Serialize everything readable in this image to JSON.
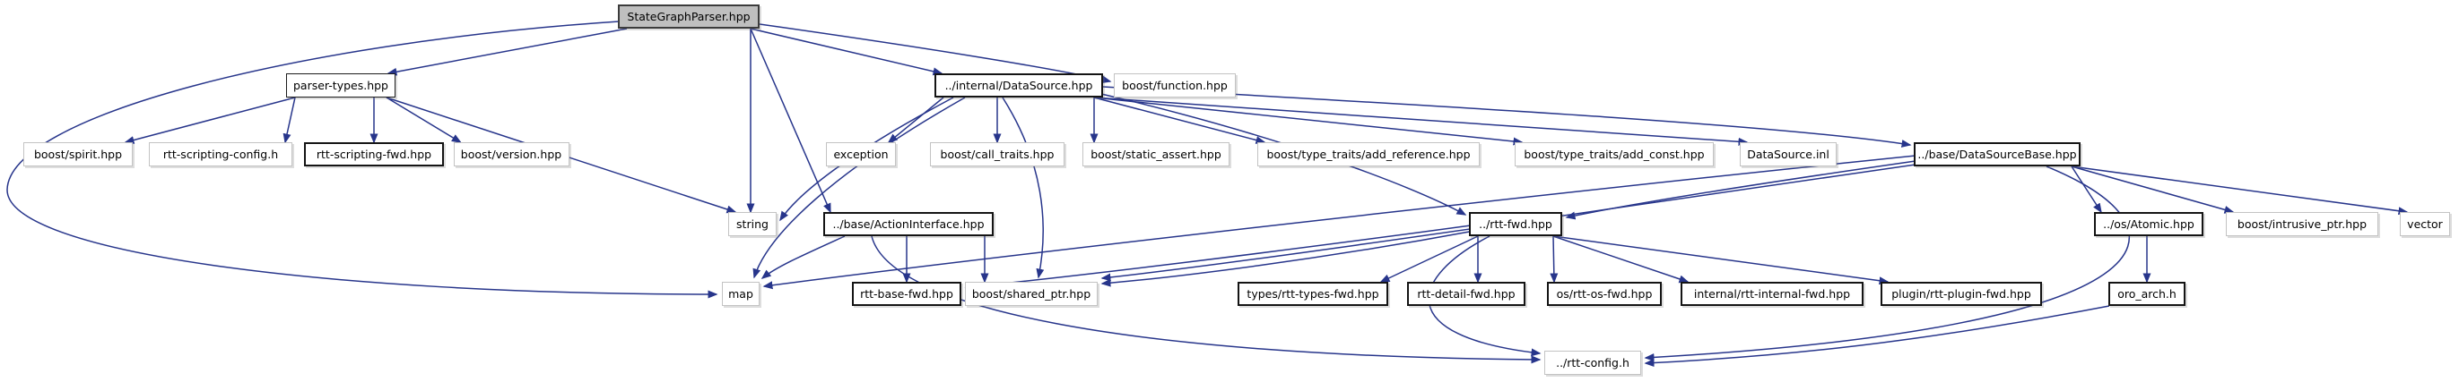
{
  "diagram": {
    "type": "include-dependency-graph",
    "root": "StateGraphParser.hpp",
    "edge_color": "#27358b",
    "root_fill": "#bfbfbf",
    "documented_border_color": "#141414",
    "external_border_color": "#c3c3c3",
    "nodes": [
      {
        "id": "stategraphparser",
        "label": "StateGraphParser.hpp",
        "style": "main"
      },
      {
        "id": "parsertypes",
        "label": "parser-types.hpp",
        "style": "docthin"
      },
      {
        "id": "datasource",
        "label": "../internal/DataSource.hpp",
        "style": "doc"
      },
      {
        "id": "boostfunction",
        "label": "boost/function.hpp",
        "style": "ext"
      },
      {
        "id": "boostspirit",
        "label": "boost/spirit.hpp",
        "style": "ext"
      },
      {
        "id": "scriptingconfig",
        "label": "rtt-scripting-config.h",
        "style": "ext"
      },
      {
        "id": "scriptingfwd",
        "label": "rtt-scripting-fwd.hpp",
        "style": "doc"
      },
      {
        "id": "boostversion",
        "label": "boost/version.hpp",
        "style": "ext"
      },
      {
        "id": "exception",
        "label": "exception",
        "style": "ext"
      },
      {
        "id": "calltraits",
        "label": "boost/call_traits.hpp",
        "style": "ext"
      },
      {
        "id": "staticassert",
        "label": "boost/static_assert.hpp",
        "style": "ext"
      },
      {
        "id": "addreference",
        "label": "boost/type_traits/add_reference.hpp",
        "style": "ext"
      },
      {
        "id": "addconst",
        "label": "boost/type_traits/add_const.hpp",
        "style": "ext"
      },
      {
        "id": "datasourceinl",
        "label": "DataSource.inl",
        "style": "ext"
      },
      {
        "id": "datasourcebase",
        "label": "../base/DataSourceBase.hpp",
        "style": "doc"
      },
      {
        "id": "stringnode",
        "label": "string",
        "style": "ext"
      },
      {
        "id": "actioninterface",
        "label": "../base/ActionInterface.hpp",
        "style": "doc"
      },
      {
        "id": "rttfwd",
        "label": "../rtt-fwd.hpp",
        "style": "doc"
      },
      {
        "id": "atomic",
        "label": "../os/Atomic.hpp",
        "style": "doc"
      },
      {
        "id": "intrusiveptr",
        "label": "boost/intrusive_ptr.hpp",
        "style": "ext"
      },
      {
        "id": "vectornode",
        "label": "vector",
        "style": "ext"
      },
      {
        "id": "mapnode",
        "label": "map",
        "style": "ext"
      },
      {
        "id": "rttbasefwd",
        "label": "rtt-base-fwd.hpp",
        "style": "doc"
      },
      {
        "id": "sharedptr",
        "label": "boost/shared_ptr.hpp",
        "style": "ext"
      },
      {
        "id": "rtttypesfwd",
        "label": "types/rtt-types-fwd.hpp",
        "style": "doc"
      },
      {
        "id": "rttdetailfwd",
        "label": "rtt-detail-fwd.hpp",
        "style": "doc"
      },
      {
        "id": "rttosfwd",
        "label": "os/rtt-os-fwd.hpp",
        "style": "doc"
      },
      {
        "id": "rttinternalfwd",
        "label": "internal/rtt-internal-fwd.hpp",
        "style": "doc"
      },
      {
        "id": "rttpluginfwd",
        "label": "plugin/rtt-plugin-fwd.hpp",
        "style": "doc"
      },
      {
        "id": "oroarch",
        "label": "oro_arch.h",
        "style": "doc"
      },
      {
        "id": "rttconfig",
        "label": "../rtt-config.h",
        "style": "ext"
      }
    ],
    "edges": [
      {
        "from": "stategraphparser",
        "to": "parsertypes"
      },
      {
        "from": "stategraphparser",
        "to": "datasource"
      },
      {
        "from": "stategraphparser",
        "to": "boostfunction"
      },
      {
        "from": "stategraphparser",
        "to": "stringnode"
      },
      {
        "from": "stategraphparser",
        "to": "mapnode"
      },
      {
        "from": "stategraphparser",
        "to": "actioninterface"
      },
      {
        "from": "parsertypes",
        "to": "boostspirit"
      },
      {
        "from": "parsertypes",
        "to": "scriptingconfig"
      },
      {
        "from": "parsertypes",
        "to": "scriptingfwd"
      },
      {
        "from": "parsertypes",
        "to": "boostversion"
      },
      {
        "from": "parsertypes",
        "to": "stringnode"
      },
      {
        "from": "datasource",
        "to": "exception"
      },
      {
        "from": "datasource",
        "to": "calltraits"
      },
      {
        "from": "datasource",
        "to": "staticassert"
      },
      {
        "from": "datasource",
        "to": "addreference"
      },
      {
        "from": "datasource",
        "to": "addconst"
      },
      {
        "from": "datasource",
        "to": "datasourceinl"
      },
      {
        "from": "datasource",
        "to": "datasourcebase"
      },
      {
        "from": "datasource",
        "to": "stringnode"
      },
      {
        "from": "datasource",
        "to": "mapnode"
      },
      {
        "from": "datasource",
        "to": "rttfwd"
      },
      {
        "from": "datasource",
        "to": "sharedptr"
      },
      {
        "from": "actioninterface",
        "to": "rttbasefwd"
      },
      {
        "from": "actioninterface",
        "to": "sharedptr"
      },
      {
        "from": "actioninterface",
        "to": "mapnode"
      },
      {
        "from": "actioninterface",
        "to": "rttconfig"
      },
      {
        "from": "rttfwd",
        "to": "rtttypesfwd"
      },
      {
        "from": "rttfwd",
        "to": "rttdetailfwd"
      },
      {
        "from": "rttfwd",
        "to": "rttosfwd"
      },
      {
        "from": "rttfwd",
        "to": "rttinternalfwd"
      },
      {
        "from": "rttfwd",
        "to": "rttpluginfwd"
      },
      {
        "from": "rttfwd",
        "to": "rttbasefwd"
      },
      {
        "from": "rttfwd",
        "to": "sharedptr"
      },
      {
        "from": "rttfwd",
        "to": "rttconfig"
      },
      {
        "from": "datasourcebase",
        "to": "rttfwd"
      },
      {
        "from": "datasourcebase",
        "to": "mapnode"
      },
      {
        "from": "datasourcebase",
        "to": "sharedptr"
      },
      {
        "from": "datasourcebase",
        "to": "atomic"
      },
      {
        "from": "datasourcebase",
        "to": "intrusiveptr"
      },
      {
        "from": "datasourcebase",
        "to": "vectornode"
      },
      {
        "from": "datasourcebase",
        "to": "rttconfig"
      },
      {
        "from": "atomic",
        "to": "oroarch"
      },
      {
        "from": "oroarch",
        "to": "rttconfig"
      }
    ]
  }
}
